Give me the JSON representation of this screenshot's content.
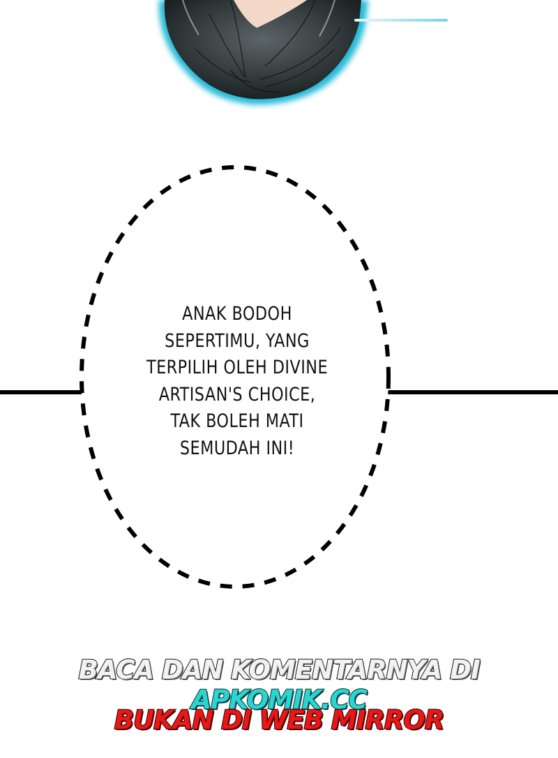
{
  "panel": {
    "art_description": "Bottom of a dark-haired character's head with cyan glow and a thin blue light streak",
    "colors": {
      "hair": "#3a4244",
      "glow": "#1fb8d6",
      "skin": "#f4d8c8",
      "streak": "#8fd8ee"
    }
  },
  "speech_bubble": {
    "style": "dashed-ellipse",
    "lines": [
      "ANAK BODOH",
      "SEPERTIMU, YANG",
      "TERPILIH OLEH DIVINE",
      "ARTISAN'S CHOICE,",
      "TAK BOLEH MATI",
      "SEMUDAH INI!"
    ]
  },
  "watermark": {
    "line1": {
      "prefix": "BACA DAN KOMENTARNYA DI ",
      "site": "APKOMIK.CC"
    },
    "line2": "BUKAN DI WEB MIRROR",
    "colors": {
      "prefix": "#f2f2f2",
      "site": "#2ad6cf",
      "line2": "#e81818"
    }
  }
}
